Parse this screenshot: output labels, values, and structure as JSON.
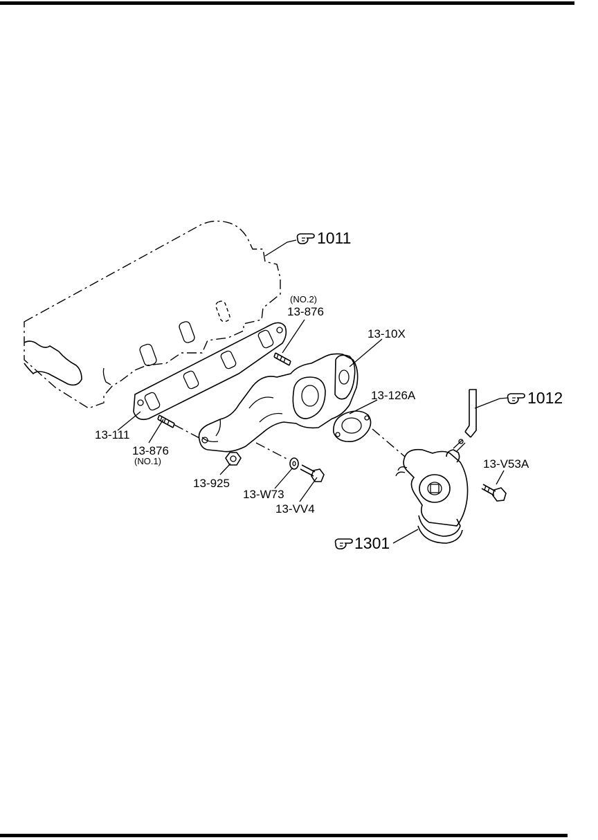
{
  "labels": {
    "ref_1011": "1011",
    "ref_1012": "1012",
    "ref_1301": "1301",
    "stud_no2_note": "(NO.2)",
    "stud_no2_part": "13-876",
    "manifold_part": "13-10X",
    "gasket_eg_part": "13-126A",
    "bolt_v53a_part": "13-V53A",
    "gasket_manifold_part": "13-111",
    "stud_no1_part": "13-876",
    "stud_no1_note": "(NO.1)",
    "nut_part": "13-925",
    "washer_part": "13-W73",
    "bolt_vv4_part": "13-VV4"
  },
  "icons": {
    "reference": "pointing-hand-icon"
  }
}
